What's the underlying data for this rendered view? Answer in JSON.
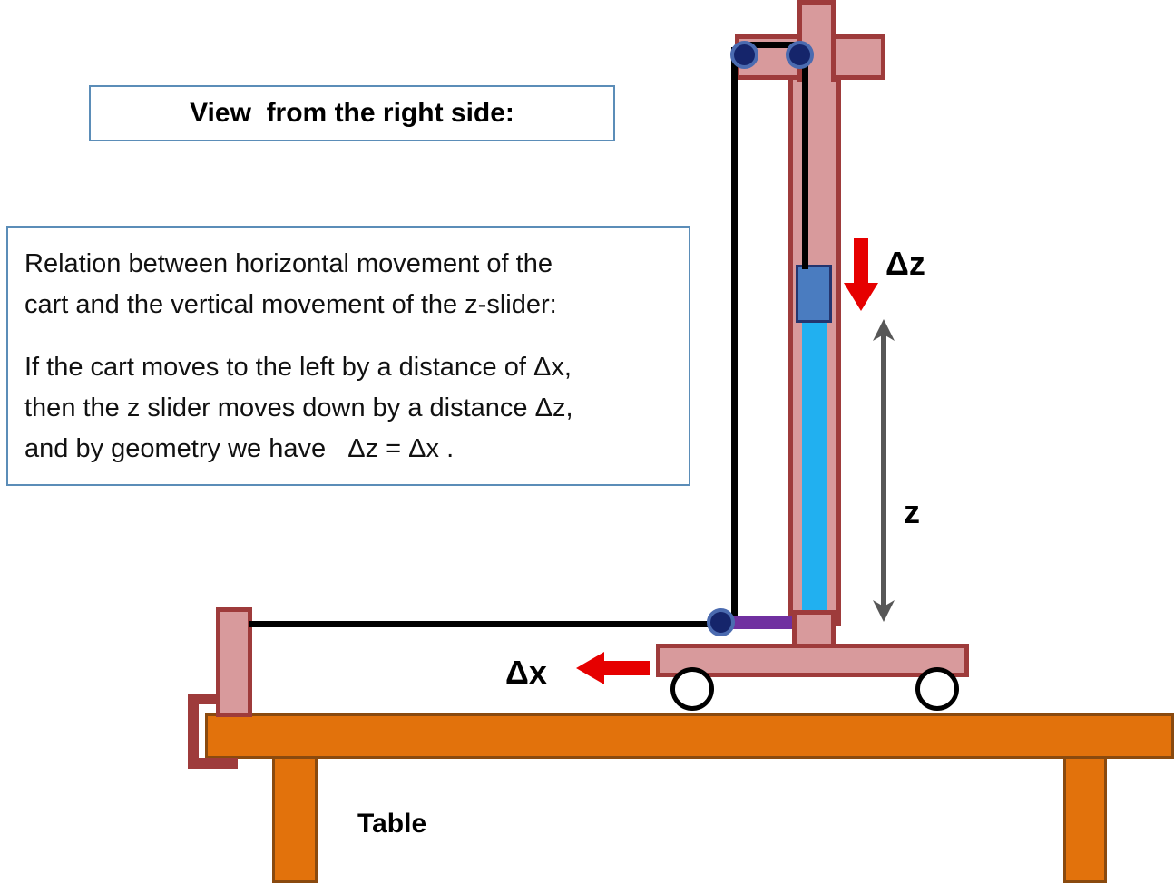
{
  "title_box": {
    "text": "View  from the right side:"
  },
  "relation_box": {
    "lines": [
      "Relation between horizontal movement of the",
      "cart and the vertical movement of the z-slider:",
      "",
      "If the cart moves to the left by a distance of Δx,",
      "then the z slider moves down by a distance Δz,",
      "and by geometry we have   Δz = Δx ."
    ],
    "line1": "Relation between horizontal movement of the",
    "line2": "cart and the vertical movement of the z-slider:",
    "line3": "If the cart moves to the left by a distance of Δx,",
    "line4": "then the z slider moves down by a distance Δz,",
    "line5": "and by geometry we have   Δz = Δx ."
  },
  "labels": {
    "delta_z": "Δz",
    "delta_x": "Δx",
    "z": "z",
    "table": "Table"
  },
  "colors": {
    "frame_fill": "#d89a9c",
    "frame_border": "#9e3b3b",
    "table_fill": "#e2720c",
    "table_border": "#8a4a0f",
    "pulley_fill": "#15256b",
    "pulley_border": "#4b6bb0",
    "slider_fill": "#4a7cc0",
    "slider_border": "#24356e",
    "rod_fill": "#21b0f0",
    "cable": "#000000",
    "purple_bar": "#7030a0",
    "arrow_red": "#e60000",
    "arrow_gray": "#575757",
    "callout_border": "#5b8db8"
  },
  "icons": {
    "delta_z_arrow": "arrow-down-icon",
    "delta_x_arrow": "arrow-left-icon",
    "z_measure_arrow": "double-headed-arrow-icon",
    "pulley_top_left": "pulley-icon",
    "pulley_top_right": "pulley-icon",
    "pulley_cart": "pulley-icon",
    "wheel_left": "wheel-icon",
    "wheel_right": "wheel-icon"
  }
}
